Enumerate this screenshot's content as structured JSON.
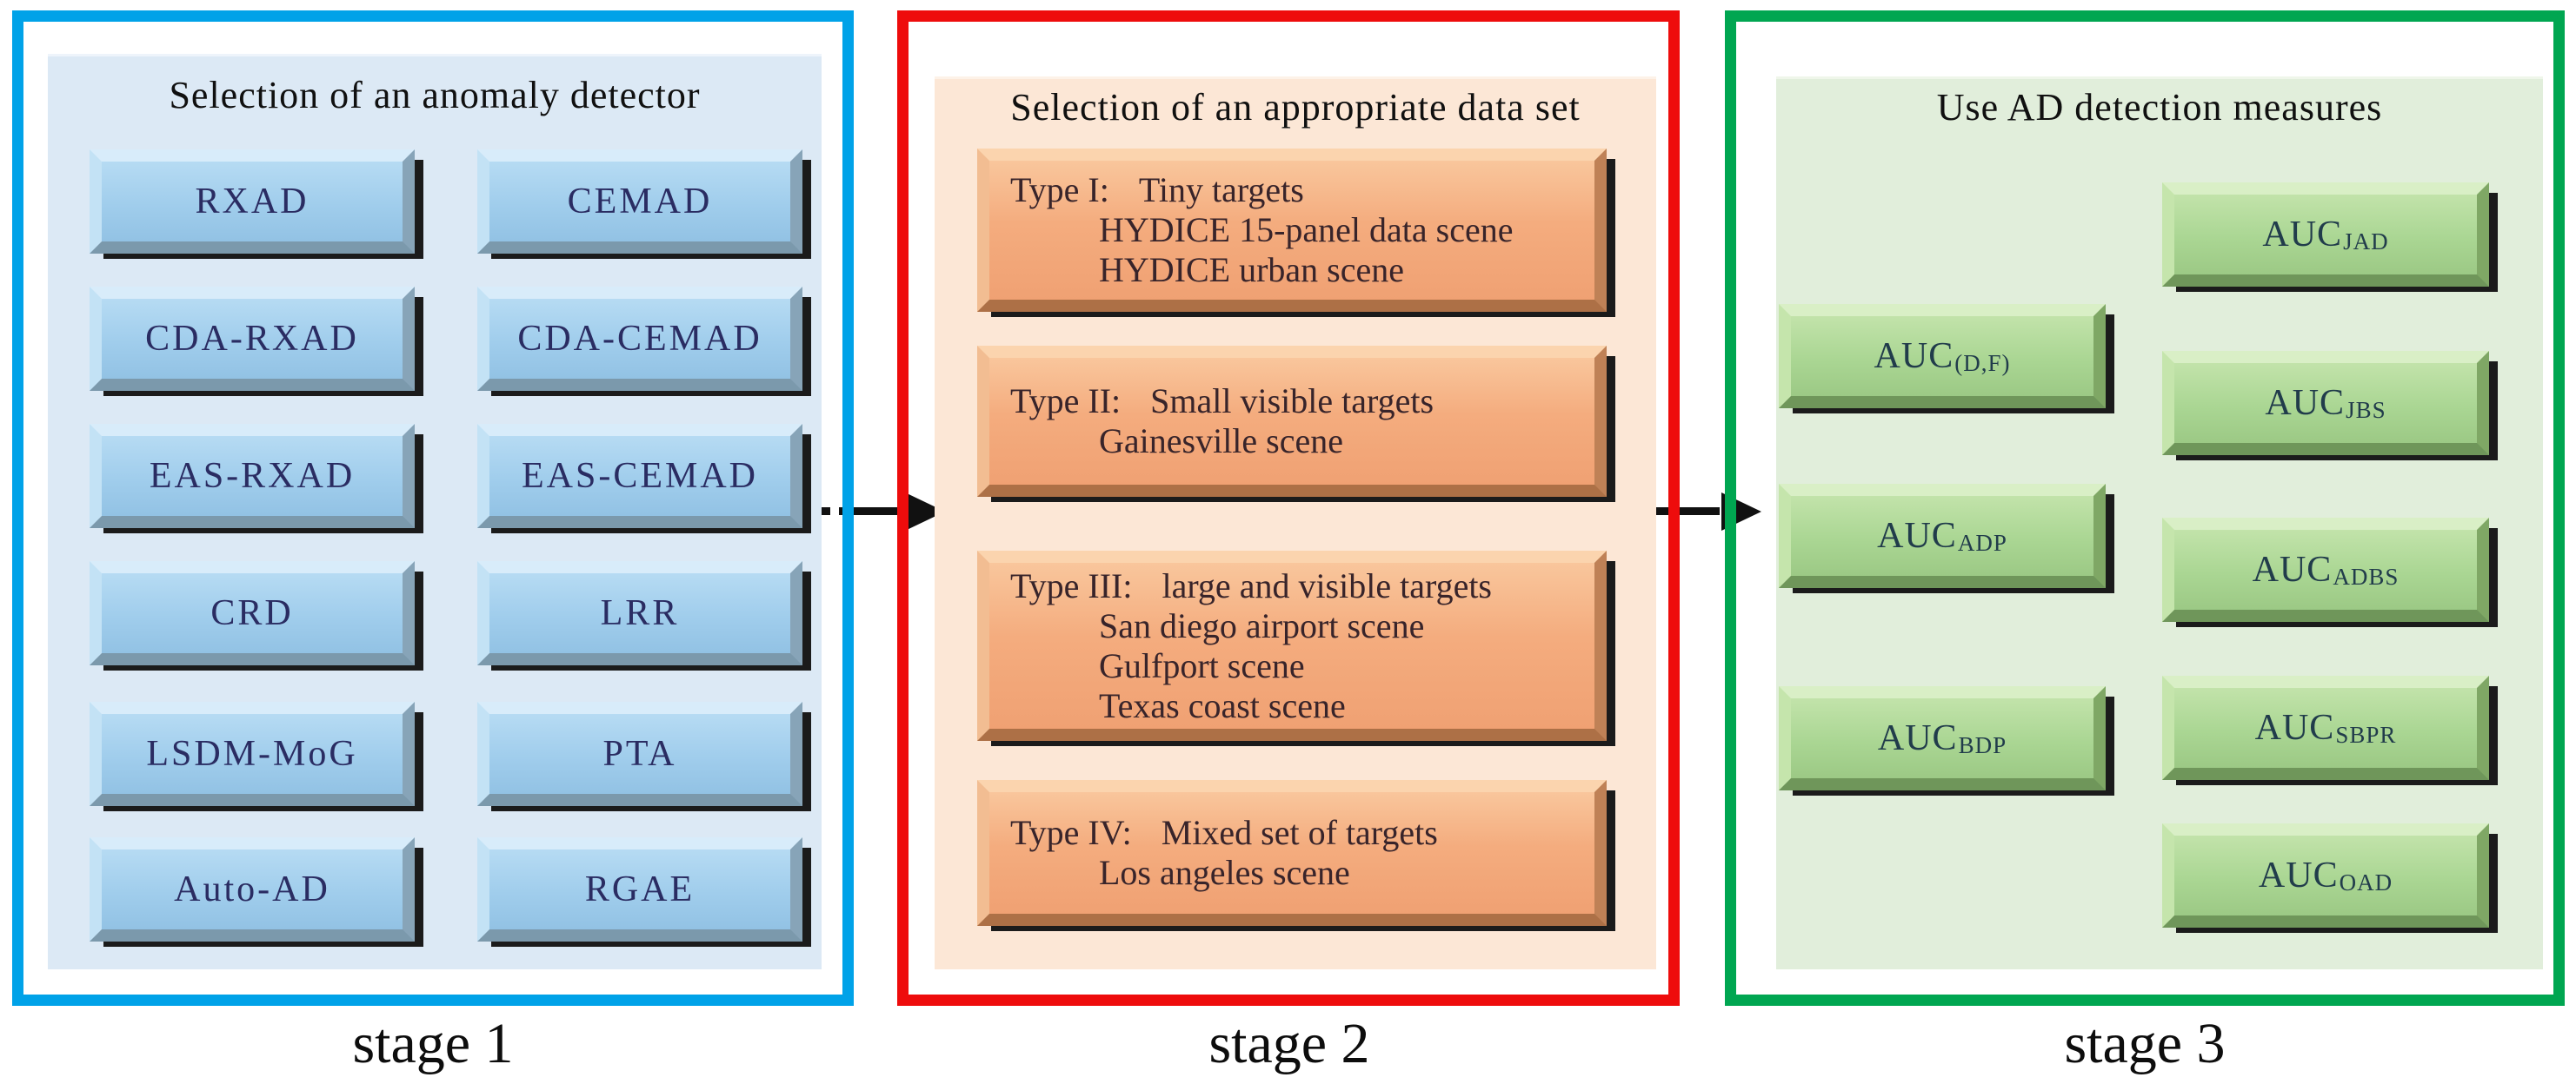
{
  "figure": {
    "arrow_color": "#111111",
    "stages": [
      {
        "label": "stage 1",
        "title": "Selection of an anomaly detector",
        "frame_color": "#00a2e8",
        "panel_color": "#dce9f5",
        "buttons": [
          "RXAD",
          "CEMAD",
          "CDA-RXAD",
          "CDA-CEMAD",
          "EAS-RXAD",
          "EAS-CEMAD",
          "CRD",
          "LRR",
          "LSDM-MoG",
          "PTA",
          "Auto-AD",
          "RGAE"
        ]
      },
      {
        "label": "stage 2",
        "title": "Selection of an appropriate data set",
        "frame_color": "#ee0c0c",
        "panel_color": "#fce7d6",
        "boxes": [
          {
            "type_label": "Type I:",
            "target": "Tiny targets",
            "scenes": [
              "HYDICE 15-panel data scene",
              "HYDICE urban scene"
            ]
          },
          {
            "type_label": "Type II:",
            "target": "Small visible targets",
            "scenes": [
              "Gainesville scene"
            ]
          },
          {
            "type_label": "Type III:",
            "target": "large and visible targets",
            "scenes": [
              "San diego airport scene",
              "Gulfport scene",
              "Texas coast scene"
            ]
          },
          {
            "type_label": "Type IV:",
            "target": "Mixed set of targets",
            "scenes": [
              "Los angeles scene"
            ]
          }
        ]
      },
      {
        "label": "stage 3",
        "title": "Use AD detection measures",
        "frame_color": "#00a651",
        "panel_color": "#e1eedb",
        "measures_left": [
          {
            "base": "AUC",
            "sub": "(D,F)"
          },
          {
            "base": "AUC",
            "sub": "ADP"
          },
          {
            "base": "AUC",
            "sub": "BDP"
          }
        ],
        "measures_right": [
          {
            "base": "AUC",
            "sub": "JAD"
          },
          {
            "base": "AUC",
            "sub": "JBS"
          },
          {
            "base": "AUC",
            "sub": "ADBS"
          },
          {
            "base": "AUC",
            "sub": "SBPR"
          },
          {
            "base": "AUC",
            "sub": "OAD"
          }
        ]
      }
    ]
  }
}
